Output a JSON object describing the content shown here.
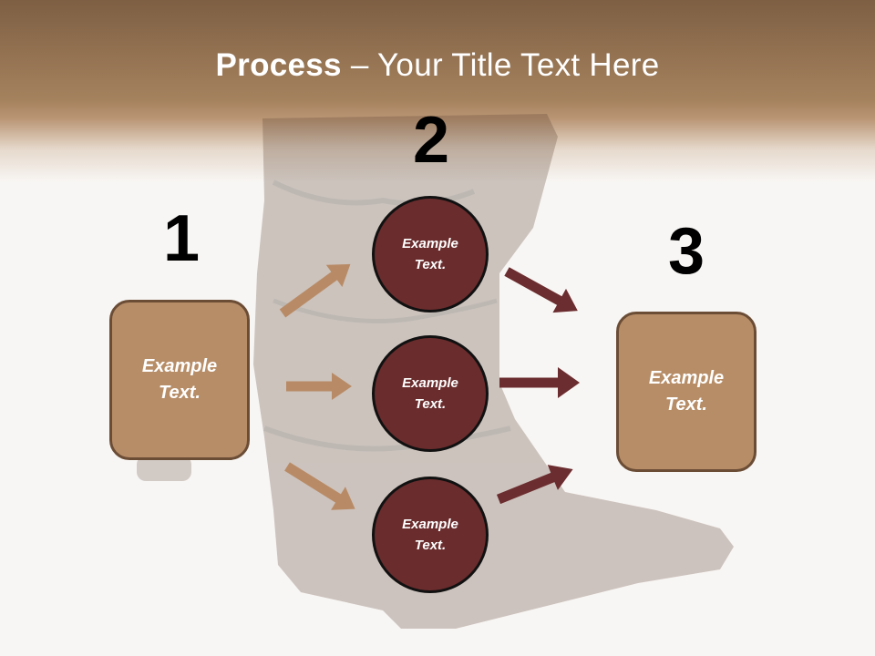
{
  "title": {
    "bold": "Process",
    "rest": " – Your Title Text Here"
  },
  "steps": [
    {
      "number": "1"
    },
    {
      "number": "2"
    },
    {
      "number": "3"
    }
  ],
  "left_box": {
    "text": "Example\nText."
  },
  "circles": [
    {
      "text": "Example\nText."
    },
    {
      "text": "Example\nText."
    },
    {
      "text": "Example\nText."
    }
  ],
  "right_box": {
    "text": "Example\nText."
  },
  "colors": {
    "header": "#a5825e",
    "box_fill": "#b78d67",
    "circle_fill": "#6a2c2d",
    "left_arrows": "#b88b66",
    "right_arrows": "#6b2d2f"
  }
}
